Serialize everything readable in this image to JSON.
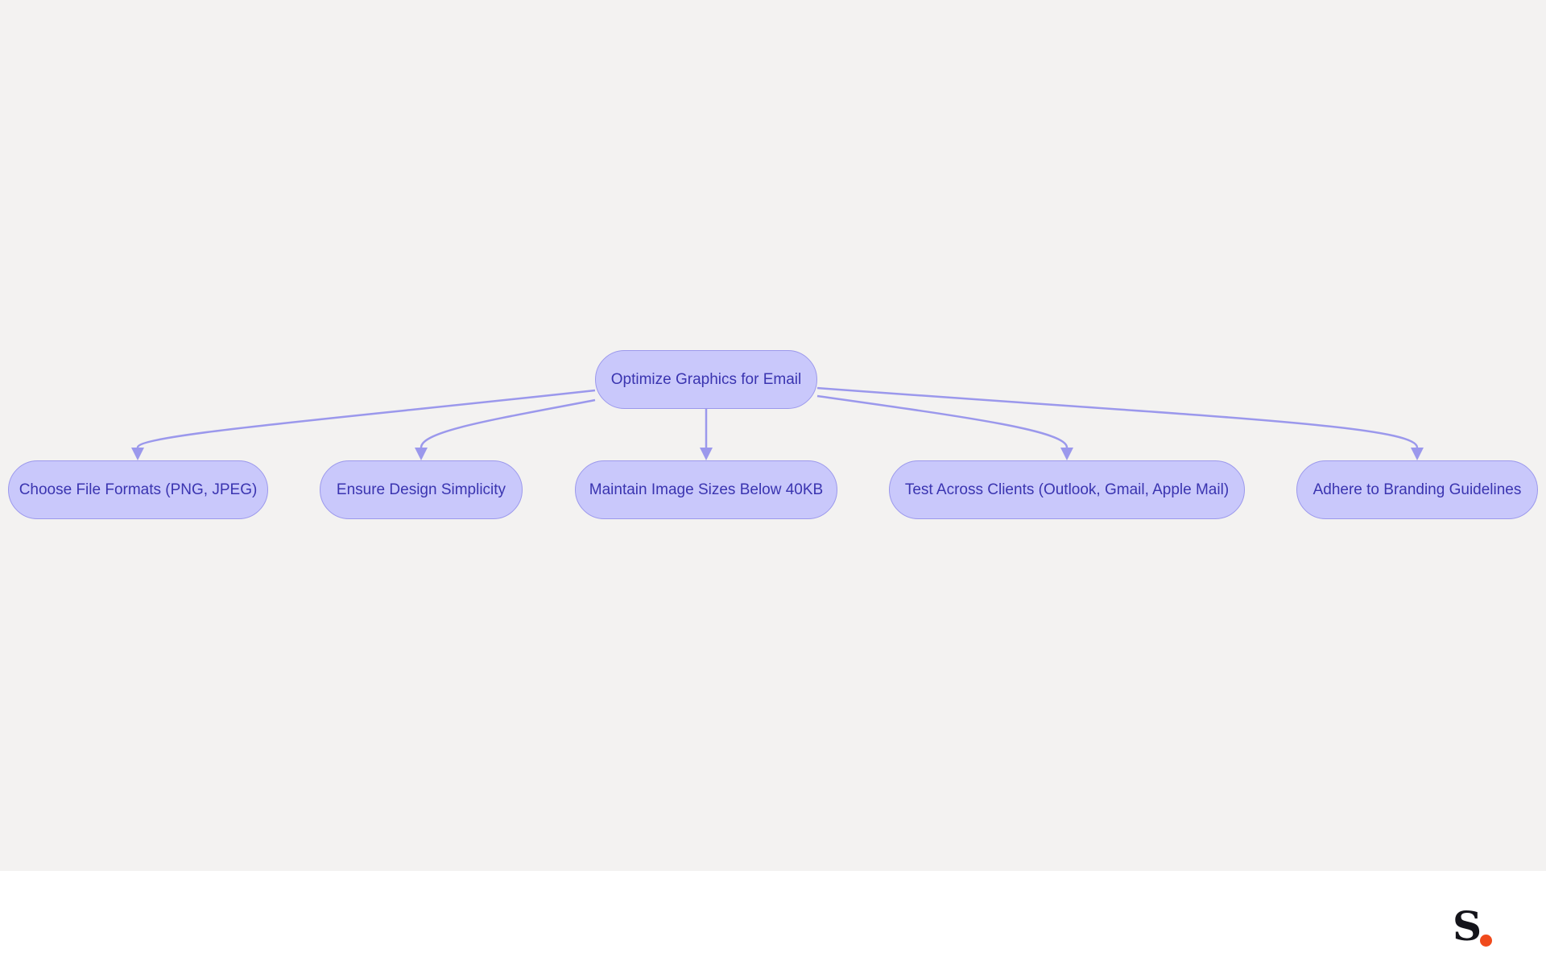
{
  "diagram": {
    "root": {
      "label": "Optimize Graphics for Email"
    },
    "children": [
      {
        "label": "Choose File Formats (PNG, JPEG)"
      },
      {
        "label": "Ensure Design Simplicity"
      },
      {
        "label": "Maintain Image Sizes Below 40KB"
      },
      {
        "label": "Test Across Clients (Outlook, Gmail, Apple Mail)"
      },
      {
        "label": "Adhere to Branding Guidelines"
      }
    ]
  },
  "footer": {
    "logo": {
      "letter": "S",
      "dot_color": "#f04a1c"
    }
  },
  "colors": {
    "background": "#f3f2f1",
    "node_fill": "#c9c8fb",
    "node_border": "#9b98ec",
    "node_text": "#3a34b0",
    "edge": "#9b98ec",
    "footer": "#ffffff"
  }
}
